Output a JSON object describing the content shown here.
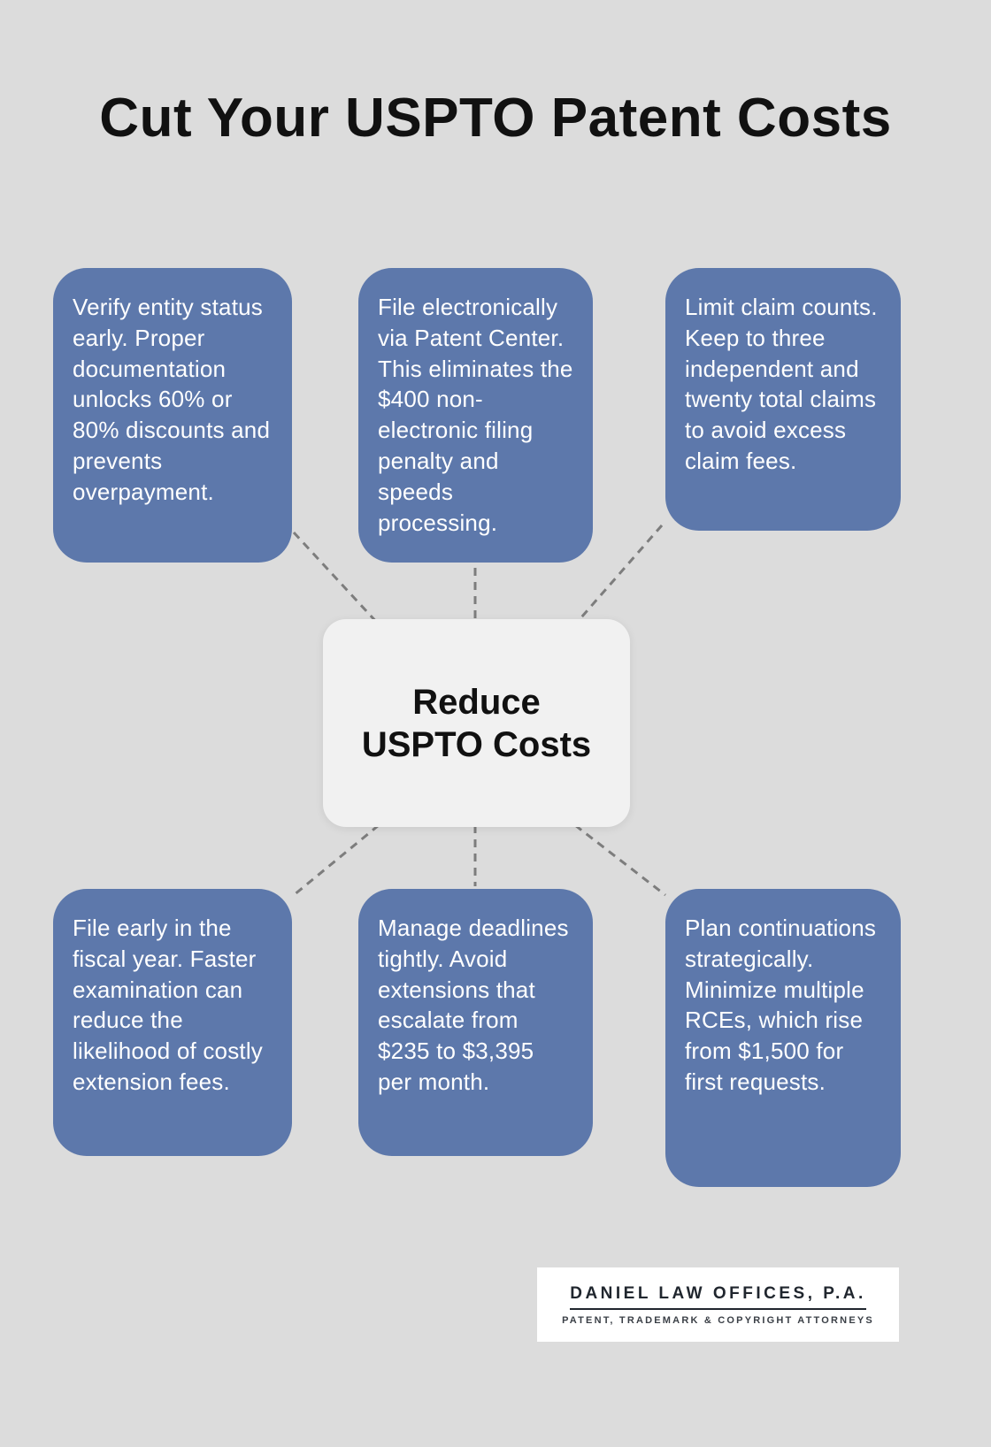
{
  "title": "Cut Your USPTO Patent Costs",
  "center": {
    "label": "Reduce USPTO Costs"
  },
  "tips": [
    {
      "text": "Verify entity status early. Proper documentation unlocks 60% or 80% discounts and prevents overpayment."
    },
    {
      "text": "File electronically via Patent Center. This eliminates the $400 non-electronic filing penalty and speeds processing."
    },
    {
      "text": "Limit claim counts. Keep to three independent and twenty total claims to avoid excess claim fees."
    },
    {
      "text": "File early in the fiscal year. Faster examination can reduce the likelihood of costly extension fees."
    },
    {
      "text": "Manage deadlines tightly. Avoid extensions that escalate from $235 to $3,395 per month."
    },
    {
      "text": "Plan continuations strategically. Minimize multiple RCEs, which rise from $1,500 for first requests."
    }
  ],
  "logo": {
    "name": "DANIEL LAW OFFICES, P.A.",
    "tagline": "PATENT, TRADEMARK & COPYRIGHT ATTORNEYS"
  },
  "colors": {
    "background": "#dcdcdc",
    "tip_box": "#5d78ab",
    "center_box": "#f1f1f1",
    "connector": "#7d7d7d",
    "title_text": "#111111",
    "tip_text": "#ffffff"
  }
}
